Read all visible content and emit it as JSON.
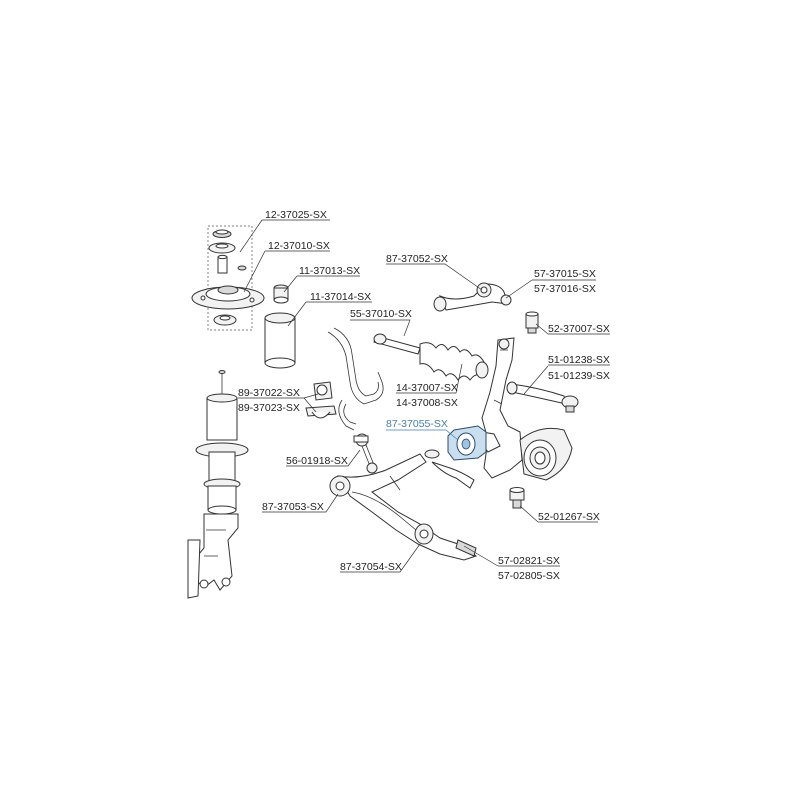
{
  "diagram": {
    "colors": {
      "line": "#333333",
      "highlight_label": "#4a7fa7",
      "highlight_part": "#c9dff0"
    },
    "parts": [
      {
        "id": "p1",
        "code": "12-37025-SX",
        "highlighted": false
      },
      {
        "id": "p2",
        "code": "12-37010-SX",
        "highlighted": false
      },
      {
        "id": "p3",
        "code": "11-37013-SX",
        "highlighted": false
      },
      {
        "id": "p4",
        "code": "11-37014-SX",
        "highlighted": false
      },
      {
        "id": "p5",
        "code": "87-37052-SX",
        "highlighted": false
      },
      {
        "id": "p6",
        "code": "57-37015-SX",
        "highlighted": false
      },
      {
        "id": "p7",
        "code": "57-37016-SX",
        "highlighted": false
      },
      {
        "id": "p8",
        "code": "55-37010-SX",
        "highlighted": false
      },
      {
        "id": "p9",
        "code": "52-37007-SX",
        "highlighted": false
      },
      {
        "id": "p10",
        "code": "51-01238-SX",
        "highlighted": false
      },
      {
        "id": "p11",
        "code": "51-01239-SX",
        "highlighted": false
      },
      {
        "id": "p12",
        "code": "89-37022-SX",
        "highlighted": false
      },
      {
        "id": "p13",
        "code": "89-37023-SX",
        "highlighted": false
      },
      {
        "id": "p14",
        "code": "14-37007-SX",
        "highlighted": false
      },
      {
        "id": "p15",
        "code": "14-37008-SX",
        "highlighted": false
      },
      {
        "id": "p16",
        "code": "87-37055-SX",
        "highlighted": true
      },
      {
        "id": "p17",
        "code": "56-01918-SX",
        "highlighted": false
      },
      {
        "id": "p18",
        "code": "87-37053-SX",
        "highlighted": false
      },
      {
        "id": "p19",
        "code": "52-01267-SX",
        "highlighted": false
      },
      {
        "id": "p20",
        "code": "57-02821-SX",
        "highlighted": false
      },
      {
        "id": "p21",
        "code": "87-37054-SX",
        "highlighted": false
      },
      {
        "id": "p22",
        "code": "57-02805-SX",
        "highlighted": false
      }
    ]
  }
}
